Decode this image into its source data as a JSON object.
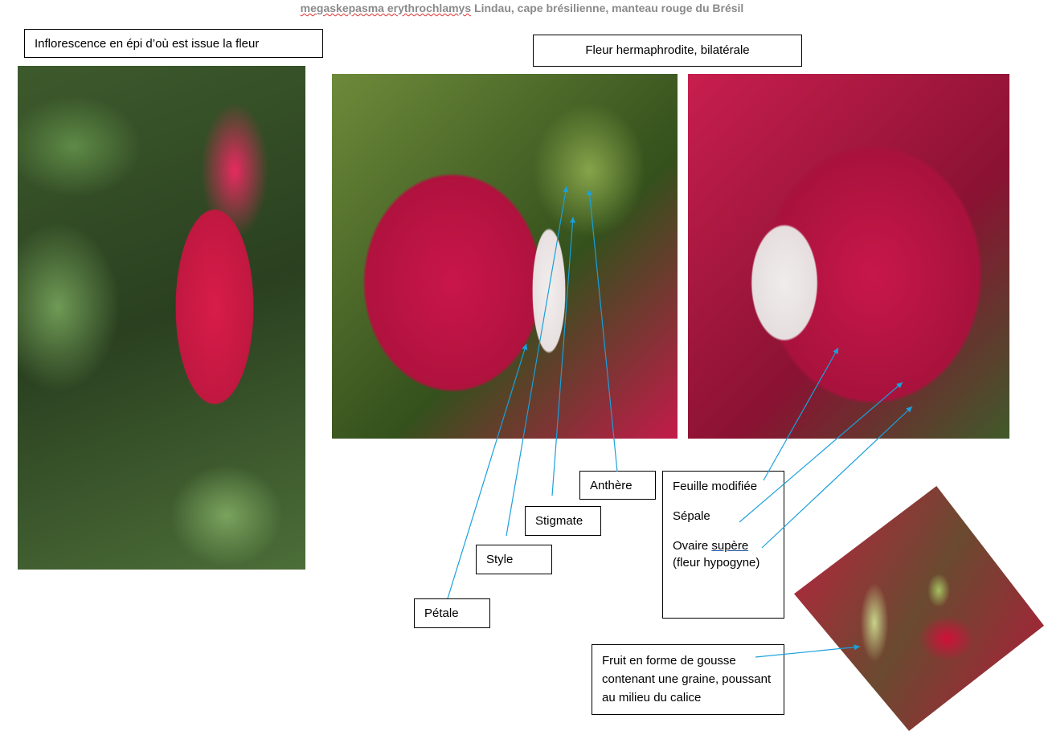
{
  "title": {
    "species": "megaskepasma erythrochlamys",
    "rest": " Lindau, cape brésilienne, manteau rouge du Brésil"
  },
  "labels": {
    "inflorescence": "Inflorescence en épi d’où est issue la fleur",
    "fleur": "Fleur hermaphrodite, bilatérale",
    "anthere": "Anthère",
    "stigmate": "Stigmate",
    "style": "Style",
    "petale": "Pétale",
    "feuille": "Feuille modifiée",
    "sepale": "Sépale",
    "ovaire_a": "Ovaire ",
    "ovaire_b": "supère",
    "ovaire_c": "(fleur hypogyne)",
    "fruit": "Fruit en forme de gousse contenant une graine, poussant au milieu du calice"
  },
  "colors": {
    "arrow": "#1aa0dc",
    "title": "#8a8a8a"
  }
}
